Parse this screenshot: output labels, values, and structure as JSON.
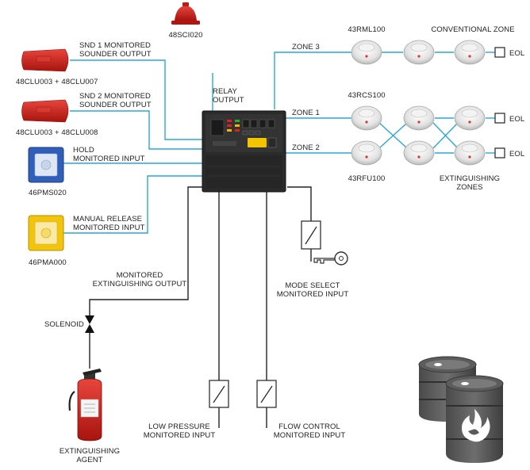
{
  "devices": {
    "sounder_top": "48SCI020",
    "sounder1": "48CLU003 + 48CLU007",
    "sounder2": "48CLU003 + 48CLU008",
    "hold_button": "46PMS020",
    "manual_release": "46PMA000"
  },
  "wires": {
    "snd1": [
      "SND 1 MONITORED",
      "SOUNDER OUTPUT"
    ],
    "snd2": [
      "SND 2 MONITORED",
      "SOUNDER OUTPUT"
    ],
    "hold": [
      "HOLD",
      "MONITORED INPUT"
    ],
    "manual": [
      "MANUAL RELEASE",
      "MONITORED INPUT"
    ],
    "relay": [
      "RELAY",
      "OUTPUT"
    ],
    "extinguishing": [
      "MONITORED",
      "EXTINGUISHING OUTPUT"
    ],
    "mode_select": [
      "MODE SELECT",
      "MONITORED INPUT"
    ],
    "low_pressure": [
      "LOW PRESSURE",
      "MONITORED INPUT"
    ],
    "flow_control": [
      "FLOW CONTROL",
      "MONITORED INPUT"
    ]
  },
  "zones": {
    "zone3": "ZONE 3",
    "zone1": "ZONE 1",
    "zone2": "ZONE 2",
    "detector_top": "43RML100",
    "conventional": "CONVENTIONAL ZONE",
    "detector_mid": "43RCS100",
    "detector_bottom": "43RFU100",
    "extinguishing_zones": [
      "EXTINGUISHING",
      "ZONES"
    ],
    "eol": "EOL"
  },
  "solenoid": "SOLENOID",
  "agent": [
    "EXTINGUISHING",
    "AGENT"
  ]
}
